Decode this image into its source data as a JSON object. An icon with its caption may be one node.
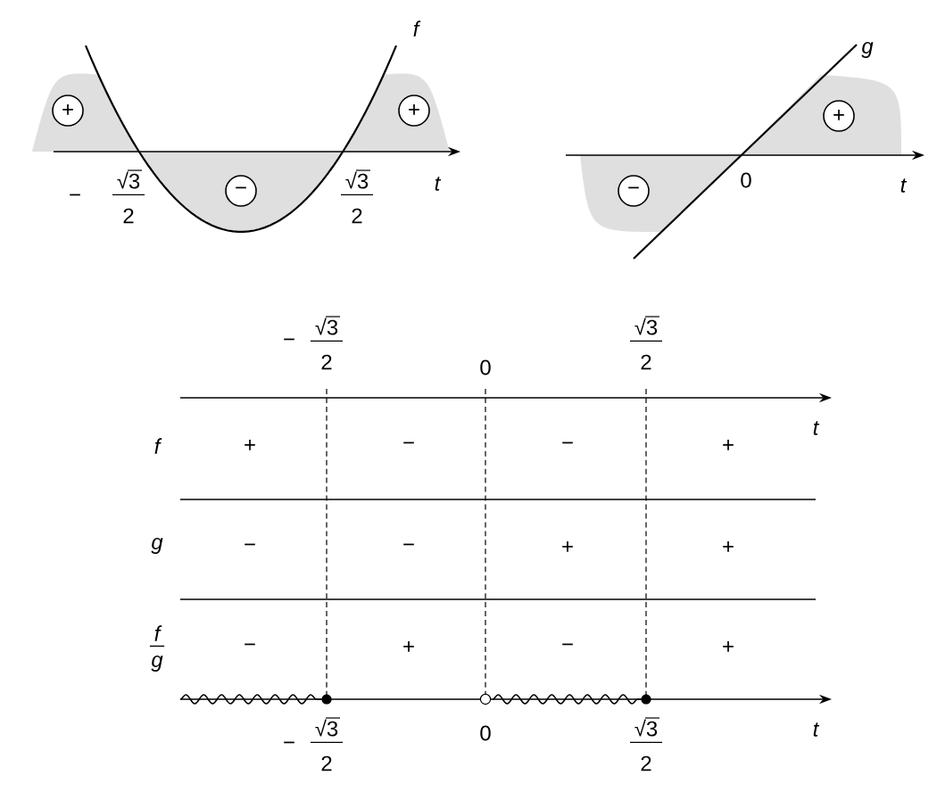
{
  "diagram": {
    "labels": [
      "f",
      "+",
      "+",
      "t",
      "−",
      "√3",
      "2",
      "−",
      "√3",
      "2",
      "g",
      "+",
      "−",
      "0",
      "t",
      "−",
      "√3",
      "2",
      "0",
      "√3",
      "2",
      "t",
      "f",
      "+",
      "−",
      "−",
      "+",
      "g",
      "−",
      "−",
      "+",
      "+",
      "f",
      "g",
      "−",
      "+",
      "−",
      "+",
      "−",
      "√3",
      "2",
      "0",
      "√3",
      "2",
      "t"
    ]
  }
}
